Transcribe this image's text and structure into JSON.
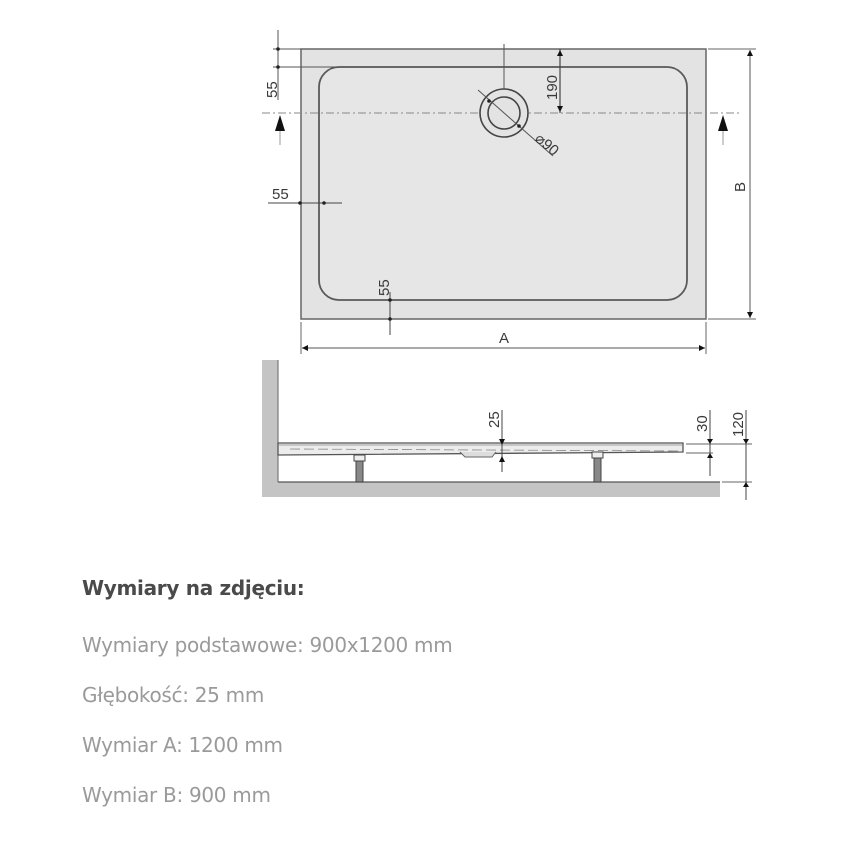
{
  "drawing": {
    "top_view": {
      "dimensions": {
        "top_margin": "55",
        "left_margin": "55",
        "bottom_margin": "55",
        "drain_offset": "190",
        "drain_diameter": "⌀90",
        "width_label": "A",
        "height_label": "B"
      }
    },
    "side_view": {
      "dimensions": {
        "depth": "25",
        "edge_height": "30",
        "total_height": "120"
      }
    },
    "colors": {
      "tray_fill": "#e3e3e3",
      "line": "#555555",
      "wall": "#c4c4c4"
    }
  },
  "specs": {
    "title": "Wymiary na zdjęciu:",
    "items": [
      {
        "label": "Wymiary podstawowe: 900x1200 mm"
      },
      {
        "label": "Głębokość: 25 mm"
      },
      {
        "label": "Wymiar A: 1200 mm"
      },
      {
        "label": "Wymiar B: 900 mm"
      }
    ]
  }
}
